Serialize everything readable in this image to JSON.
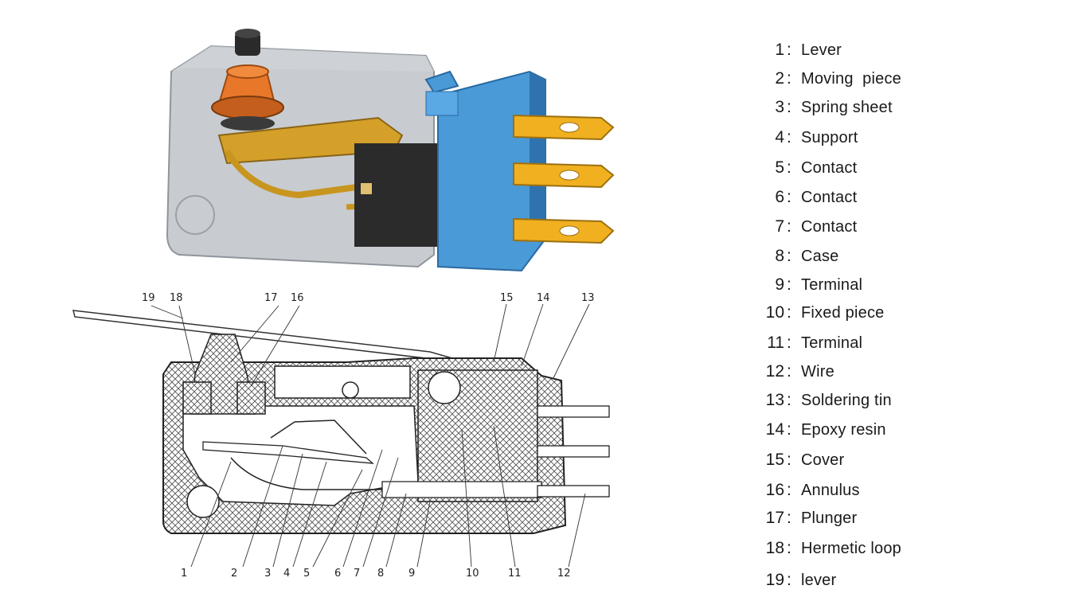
{
  "callouts": [
    "19",
    "18",
    "17",
    "16",
    "15",
    "14",
    "13",
    "1",
    "2",
    "3",
    "4",
    "5",
    "6",
    "7",
    "8",
    "9",
    "10",
    "11",
    "12"
  ],
  "legend": {
    "separator": ":",
    "items": [
      {
        "num": "1",
        "label": "Lever"
      },
      {
        "num": "2",
        "label": "Moving  piece"
      },
      {
        "num": "3",
        "label": "Spring sheet"
      },
      {
        "num": "4",
        "label": "Support"
      },
      {
        "num": "5",
        "label": "Contact"
      },
      {
        "num": "6",
        "label": "Contact"
      },
      {
        "num": "7",
        "label": "Contact"
      },
      {
        "num": "8",
        "label": "Case"
      },
      {
        "num": "9",
        "label": "Terminal"
      },
      {
        "num": "10",
        "label": "Fixed piece"
      },
      {
        "num": "11",
        "label": "Terminal"
      },
      {
        "num": "12",
        "label": "Wire"
      },
      {
        "num": "13",
        "label": "Soldering tin"
      },
      {
        "num": "14",
        "label": "Epoxy resin"
      },
      {
        "num": "15",
        "label": "Cover"
      },
      {
        "num": "16",
        "label": "Annulus"
      },
      {
        "num": "17",
        "label": "Plunger"
      },
      {
        "num": "18",
        "label": "Hermetic loop"
      },
      {
        "num": "19",
        "label": "lever"
      }
    ]
  },
  "colors": {
    "plunger": "#e8772a",
    "cover": "#4a9ad8",
    "terminal": "#f0b020",
    "contact_plate": "#d4a02a",
    "case": "#9aa0a6"
  }
}
